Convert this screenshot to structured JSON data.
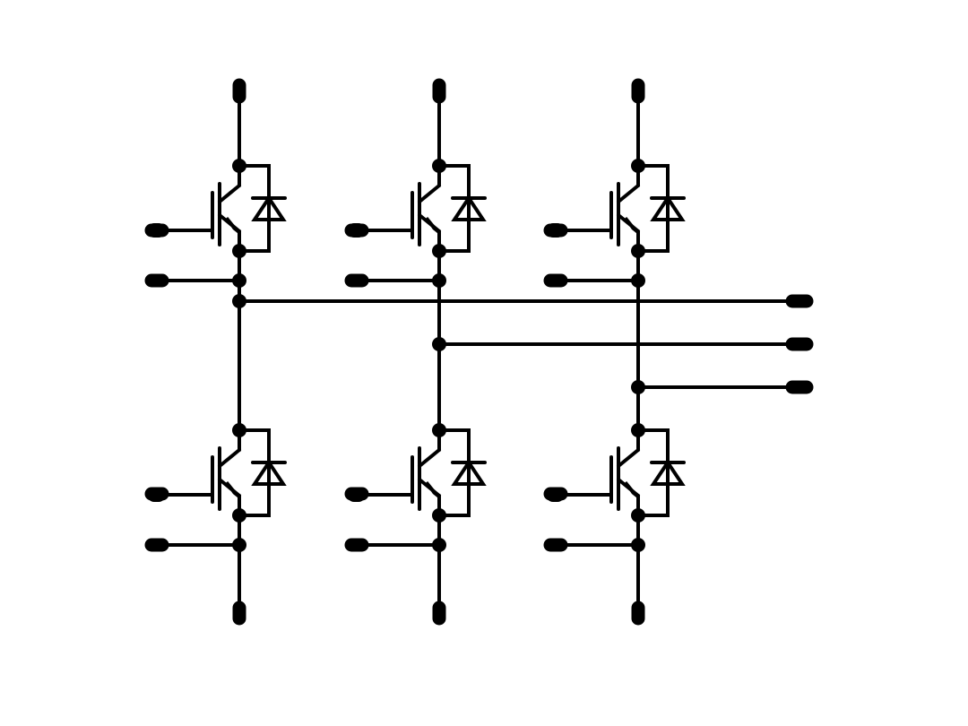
{
  "diagram": {
    "kind": "three-phase IGBT inverter bridge",
    "colors": {
      "stroke": "#000000",
      "background": "#ffffff"
    },
    "legs": [
      {
        "name": "leg-1",
        "phase_output": "phase-1"
      },
      {
        "name": "leg-2",
        "phase_output": "phase-2"
      },
      {
        "name": "leg-3",
        "phase_output": "phase-3"
      }
    ],
    "switches_per_leg": [
      "high-side",
      "low-side"
    ],
    "device": "igbt-with-antiparallel-diode",
    "terminals_per_switch": [
      "gate",
      "auxiliary-emitter"
    ]
  }
}
